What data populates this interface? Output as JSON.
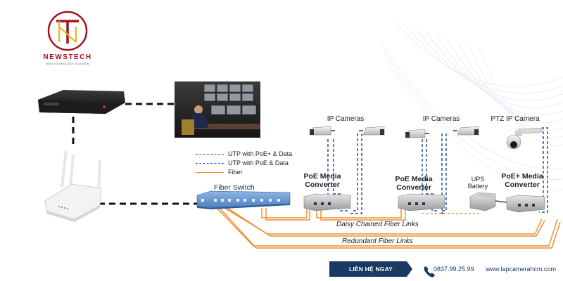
{
  "brand": {
    "name": "NEWSTECH",
    "tagline": "NEW TECHNOLOGY SOLUTION",
    "colors": {
      "primary": "#a1141b",
      "accent": "#f2b324",
      "navy": "#1a3a63"
    }
  },
  "diagram": {
    "legend": [
      {
        "label": "UTP with PoE+ & Data",
        "style": "dashed",
        "color": "#1f4ea8"
      },
      {
        "label": "UTP with PoE & Data",
        "style": "dashed",
        "color": "#1f4ea8"
      },
      {
        "label": "Fiber",
        "style": "solid",
        "color": "#f08a2a"
      }
    ],
    "nodes": {
      "fiber_switch": "Fiber Switch",
      "ip_cameras_1": "IP Cameras",
      "ip_cameras_2": "IP Cameras",
      "ptz_camera": "PTZ IP Camera",
      "converter_1": [
        "PoE Media",
        "Converter"
      ],
      "converter_2": [
        "PoE Media",
        "Converter"
      ],
      "converter_3": [
        "PoE+ Media",
        "Converter"
      ],
      "ups": [
        "UPS",
        "Battery"
      ]
    },
    "links": {
      "daisy": "Daisy Chained Fiber Links",
      "redundant": "Redundant Fiber Links"
    }
  },
  "contact": {
    "button": "LIÊN HỆ NGAY",
    "phone": "0837.99.25.99",
    "website": "www.lapcamerahcm.com"
  }
}
